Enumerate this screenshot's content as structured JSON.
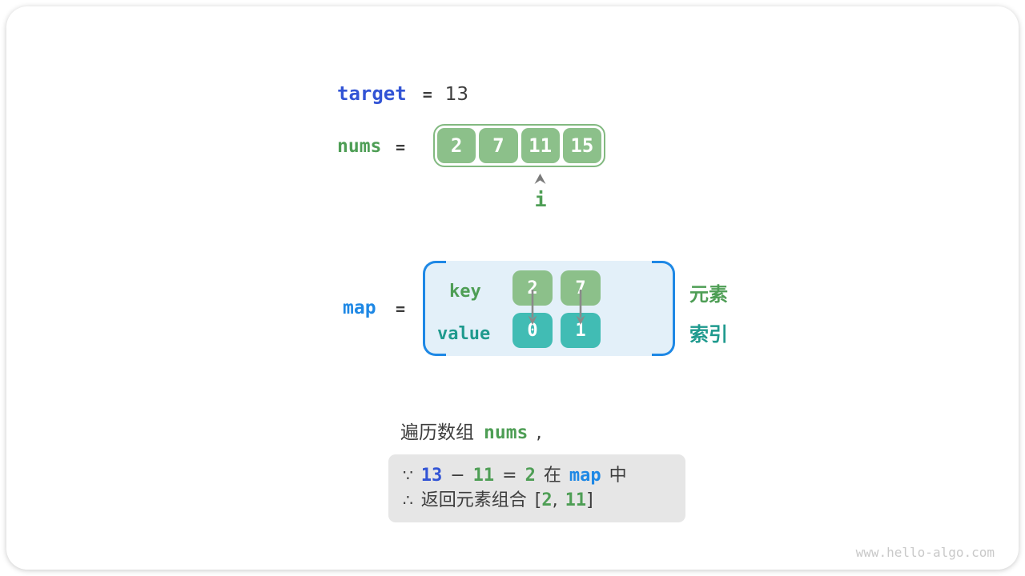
{
  "watermark": "www.hello-algo.com",
  "target_row": {
    "label": "target",
    "equals": "=",
    "value": "13"
  },
  "nums_row": {
    "label": "nums",
    "equals": "=",
    "cells": [
      "2",
      "7",
      "11",
      "15"
    ],
    "pointer": {
      "icon": "up-arrowhead",
      "label": "i",
      "points_to_index": 2
    }
  },
  "map_row": {
    "label": "map",
    "equals": "=",
    "key_label": "key",
    "value_label": "value",
    "keys": [
      "2",
      "7"
    ],
    "values": [
      "0",
      "1"
    ],
    "element_label": "元素",
    "index_label": "索引"
  },
  "narration": {
    "text": "遍历数组",
    "code": "nums",
    "comma": ","
  },
  "reason_box": {
    "because": "∵",
    "target_value": "13",
    "minus": "−",
    "current_value": "11",
    "equals": "=",
    "complement_value": "2",
    "in_word": "在",
    "map_ref": "map",
    "end_word": "中",
    "therefore": "∴",
    "return_text": "返回元素组合",
    "open_bracket": "[",
    "pair_first": "2",
    "comma": ",",
    "pair_second": "11",
    "close_bracket": "]"
  },
  "colors": {
    "deep_blue": "#3254d5",
    "light_blue": "#1e88e5",
    "green_label": "#4e9e55",
    "teal_label": "#1f9a8e",
    "cell_green": "#8cc08a",
    "cell_teal": "#41bcb4",
    "dark_text": "#3d3d3d",
    "map_background": "#e3f0f9",
    "reason_box_background": "#e6e6e6"
  }
}
